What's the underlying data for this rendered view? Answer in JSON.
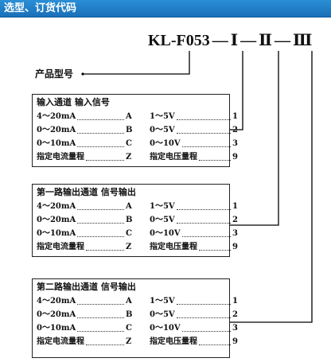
{
  "header": {
    "title": "选型、订货代码"
  },
  "model": {
    "prefix": "KL-F053",
    "dash": "—",
    "code1": "Ⅰ",
    "code2": "Ⅱ",
    "code3": "Ⅲ"
  },
  "product_label": "产品型号",
  "boxes": [
    {
      "title": "输入通道  输入信号",
      "rows": [
        {
          "left": "4～20mA",
          "left_code": "A",
          "right": "1～5V",
          "right_code": "1"
        },
        {
          "left": "0～20mA",
          "left_code": "B",
          "right": "0～5V",
          "right_code": "2"
        },
        {
          "left": "0～10mA",
          "left_code": "C",
          "right": "0～10V",
          "right_code": "3"
        },
        {
          "left": "指定电流量程",
          "left_code": "Z",
          "right": "指定电压量程",
          "right_code": "9"
        }
      ]
    },
    {
      "title": "第一路输出通道  信号输出",
      "rows": [
        {
          "left": "4～20mA",
          "left_code": "A",
          "right": "1～5V",
          "right_code": "1"
        },
        {
          "left": "0～20mA",
          "left_code": "B",
          "right": "0～5V",
          "right_code": "2"
        },
        {
          "left": "0～10mA",
          "left_code": "C",
          "right": "0～10V",
          "right_code": "3"
        },
        {
          "left": "指定电流量程",
          "left_code": "Z",
          "right": "指定电压量程",
          "right_code": "9"
        }
      ]
    },
    {
      "title": "第二路输出通道  信号输出",
      "rows": [
        {
          "left": "4～20mA",
          "left_code": "A",
          "right": "1～5V",
          "right_code": "1"
        },
        {
          "left": "0～20mA",
          "left_code": "B",
          "right": "0～5V",
          "right_code": "2"
        },
        {
          "left": "0～10mA",
          "left_code": "C",
          "right": "0～10V",
          "right_code": "3"
        },
        {
          "left": "指定电流量程",
          "left_code": "Z",
          "right": "指定电压量程",
          "right_code": "9"
        }
      ]
    }
  ]
}
